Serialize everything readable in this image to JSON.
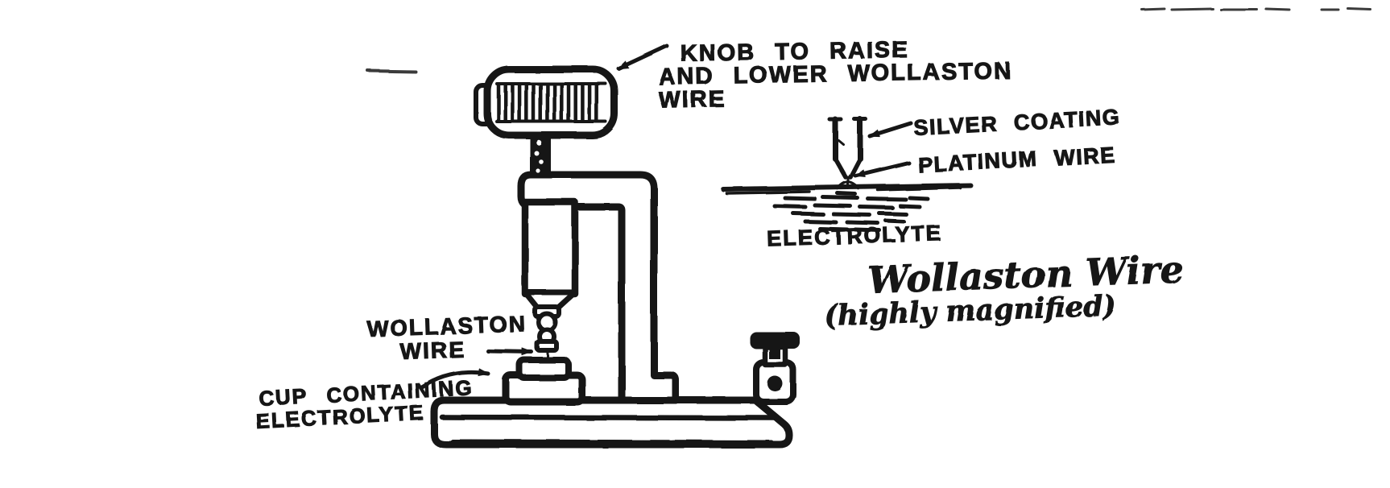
{
  "canvas": {
    "background": "#ffffff",
    "ink": "#161616"
  },
  "labels": {
    "knob": {
      "line1": "KNOB TO RAISE",
      "line2": "AND LOWER WOLLASTON",
      "line3": "WIRE"
    },
    "wollaston": {
      "line1": "WOLLASTON",
      "line2": "WIRE"
    },
    "cup": {
      "line1": "CUP CONTAINING",
      "line2": "ELECTROLYTE"
    }
  },
  "inset": {
    "silver": "SILVER COATING",
    "platinum": "PLATINUM WIRE",
    "electrolyte": "ELECTROLYTE",
    "caption_line1": "Wollaston Wire",
    "caption_line2": "(highly magnified)"
  }
}
